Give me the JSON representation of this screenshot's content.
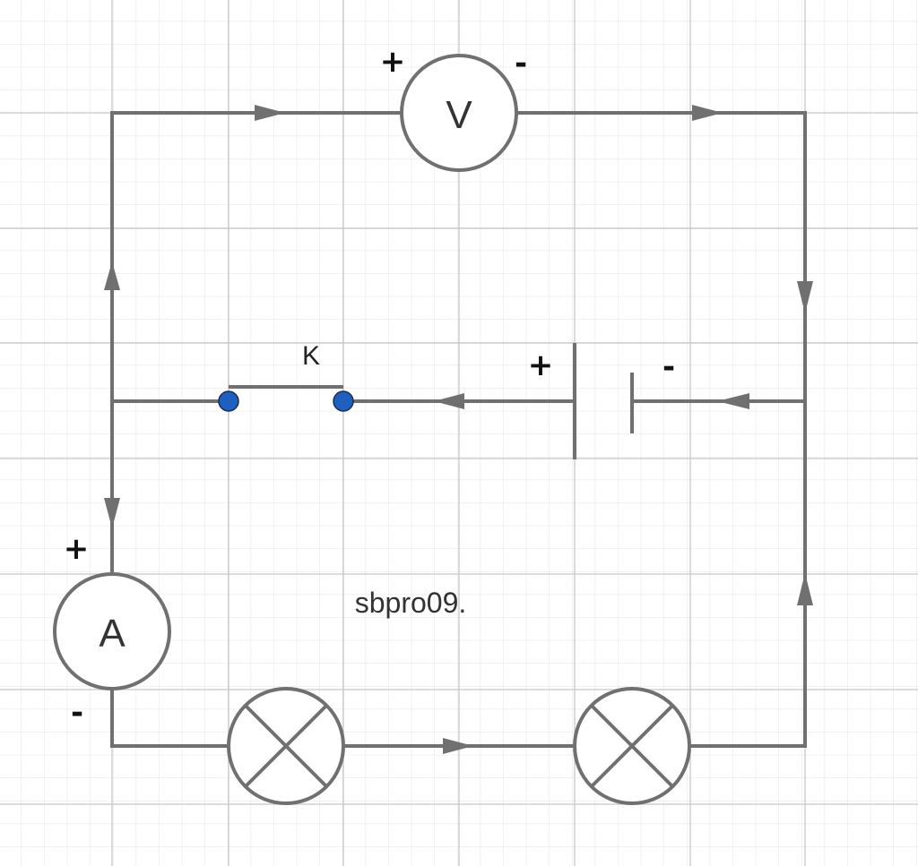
{
  "colors": {
    "wire": "#707070",
    "grid_major": "#c8c8c8",
    "grid_minor": "#e4e4e4",
    "terminal": "#1f5fbf",
    "background": "#ffffff"
  },
  "voltmeter": {
    "label": "V",
    "plus": "+",
    "minus": "-"
  },
  "ammeter": {
    "label": "A",
    "plus": "+",
    "minus": "-"
  },
  "battery": {
    "plus": "+",
    "minus": "-"
  },
  "switch": {
    "label": "K"
  },
  "watermark": "sbpro09.",
  "lamps": [
    {
      "id": "lamp-1",
      "icon": "lamp-icon"
    },
    {
      "id": "lamp-2",
      "icon": "lamp-icon"
    }
  ]
}
